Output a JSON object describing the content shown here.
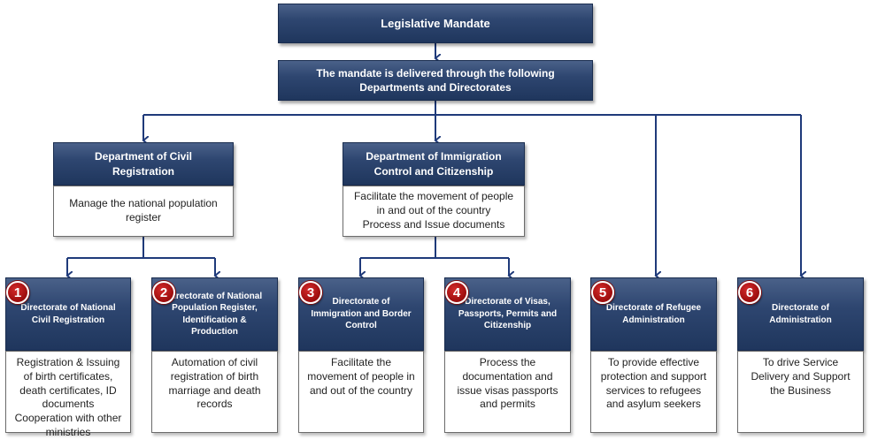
{
  "top": {
    "mandate": "Legislative Mandate",
    "delivery": "The mandate is delivered through the following\nDepartments and Directorates"
  },
  "departments": [
    {
      "title": "Department of Civil\nRegistration",
      "description": "Manage the national population\nregister"
    },
    {
      "title": "Department  of Immigration\nControl and Citizenship",
      "description": "Facilitate the movement of people\nin and out of the country\nProcess and Issue documents"
    }
  ],
  "directorates": [
    {
      "number": "1",
      "title": "Directorate of National\nCivil Registration",
      "description": "Registration & Issuing\nof birth certificates,\ndeath certificates, ID\ndocuments\nCooperation with other\nministries"
    },
    {
      "number": "2",
      "title": "Directorate of National\nPopulation Register,\nIdentification &\nProduction",
      "description": "Automation of civil\nregistration of birth\nmarriage and death\nrecords"
    },
    {
      "number": "3",
      "title": "Directorate of\nImmigration and Border\nControl",
      "description": "Facilitate the\nmovement of people in\nand out of the country"
    },
    {
      "number": "4",
      "title": "Directorate of Visas,\nPassports, Permits and\nCitizenship",
      "description": "Process the\ndocumentation and\nissue visas passports\nand permits"
    },
    {
      "number": "5",
      "title": "Directorate of Refugee\nAdministration",
      "description": "To provide effective\nprotection and support\nservices to refugees\nand asylum seekers"
    },
    {
      "number": "6",
      "title": "Directorate of\nAdministration",
      "description": "To drive Service\nDelivery and Support\nthe Business"
    }
  ],
  "colors": {
    "header_dark": "#1f365d",
    "header_light": "#4a6189",
    "connector": "#1f3a7a",
    "badge": "#b01515"
  }
}
